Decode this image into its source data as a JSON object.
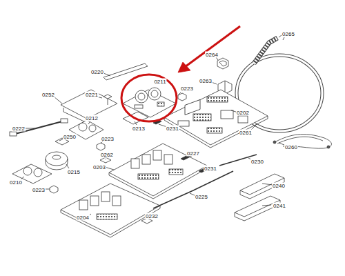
{
  "diagram": {
    "labels": [
      "0265",
      "0264",
      "0220",
      "0211",
      "0263",
      "0223",
      "0252",
      "0221",
      "0202",
      "0212",
      "0231",
      "0213",
      "0261",
      "0222",
      "0250",
      "0223",
      "0260",
      "0262",
      "0227",
      "0230",
      "0203",
      "0231",
      "0215",
      "0210",
      "0240",
      "0223",
      "0225",
      "0241",
      "0232",
      "0204"
    ]
  }
}
